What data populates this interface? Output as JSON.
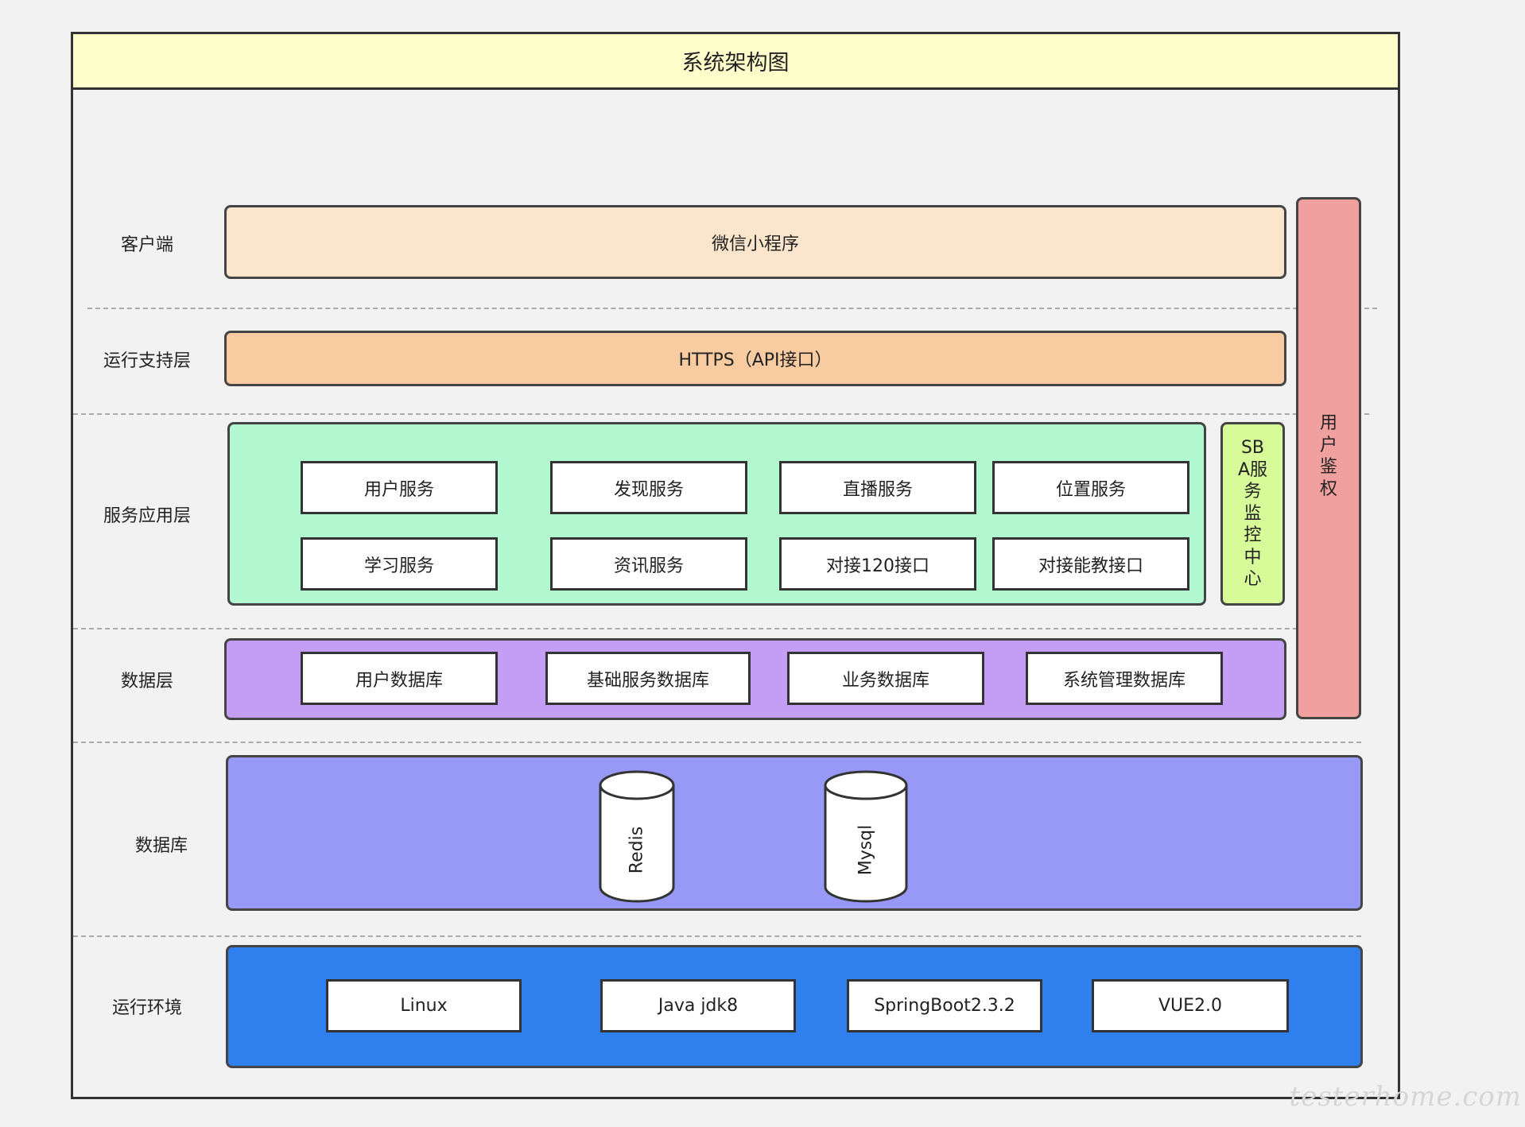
{
  "title": "系统架构图",
  "layers": {
    "client": "客户端",
    "runtime_support": "运行支持层",
    "service_app": "服务应用层",
    "data": "数据层",
    "database": "数据库",
    "env": "运行环境"
  },
  "client_box": "微信小程序",
  "support_box": "HTTPS（API接口）",
  "services": [
    "用户服务",
    "发现服务",
    "直播服务",
    "位置服务",
    "学习服务",
    "资讯服务",
    "对接120接口",
    "对接能教接口"
  ],
  "monitor_lines": [
    "SB",
    "A服",
    "务",
    "监",
    "控",
    "中",
    "心"
  ],
  "auth_lines": [
    "用",
    "户",
    "鉴",
    "权"
  ],
  "data_items": [
    "用户数据库",
    "基础服务数据库",
    "业务数据库",
    "系统管理数据库"
  ],
  "databases": [
    "Redis",
    "Mysql"
  ],
  "env_items": [
    "Linux",
    "Java jdk8",
    "SpringBoot2.3.2",
    "VUE2.0"
  ],
  "watermark": "testerhome.com",
  "colors": {
    "title_bg": "#ffffcc",
    "client_bg": "#fbe5cd",
    "support_bg": "#f8cca0",
    "service_bg": "#b2f9d2",
    "monitor_bg": "#d6fb98",
    "auth_bg": "#f0a09e",
    "data_bg": "#c49ef4",
    "database_bg": "#9899f6",
    "env_bg": "#2f80ee"
  }
}
